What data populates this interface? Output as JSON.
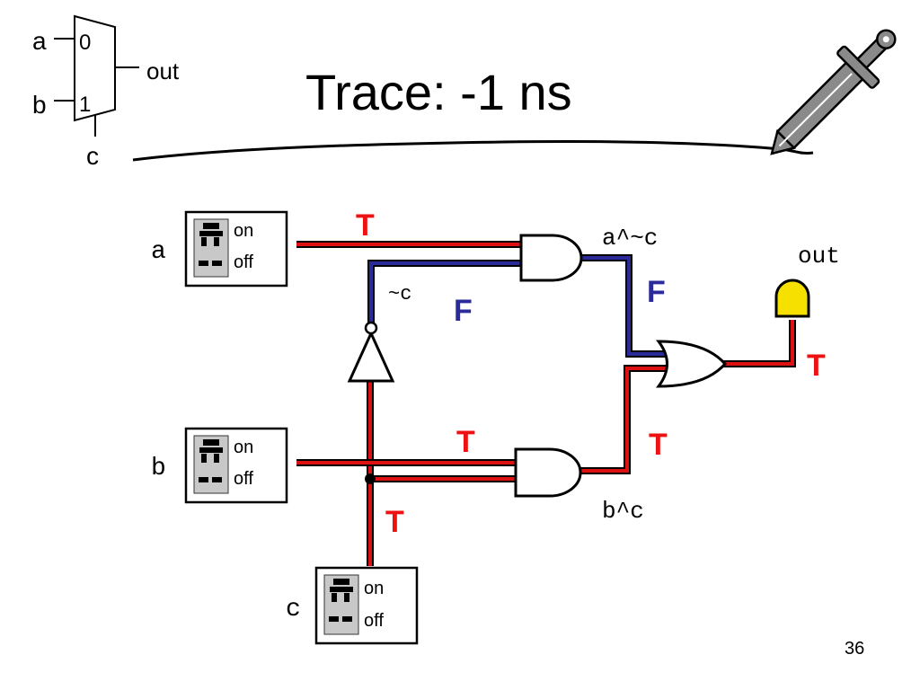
{
  "slide": {
    "title": "Trace: -1 ns",
    "page_number": "36"
  },
  "mux": {
    "input_a": "a",
    "input_b": "b",
    "select": "c",
    "port0": "0",
    "port1": "1",
    "output": "out"
  },
  "circuit": {
    "inputs": [
      {
        "id": "a",
        "label": "a",
        "on": "on",
        "off": "off"
      },
      {
        "id": "b",
        "label": "b",
        "on": "on",
        "off": "off"
      },
      {
        "id": "c",
        "label": "c",
        "on": "on",
        "off": "off"
      }
    ],
    "nets": {
      "not_c": "~c",
      "a_and_not_c": "a^~c",
      "b_and_c": "b^c",
      "out": "out"
    },
    "values": {
      "a_wire": "T",
      "not_c_wire": "F",
      "and_top_out": "F",
      "b_wire": "T",
      "and_bottom_out": "T",
      "c_wire": "T",
      "or_out": "T"
    },
    "colors": {
      "true_wire": "#dd1111",
      "false_wire": "#2a2a9a",
      "true_text": "#ee1111",
      "false_text": "#2a2a9a",
      "led": "#f5e000",
      "switch_face": "#c8c8c8"
    }
  }
}
